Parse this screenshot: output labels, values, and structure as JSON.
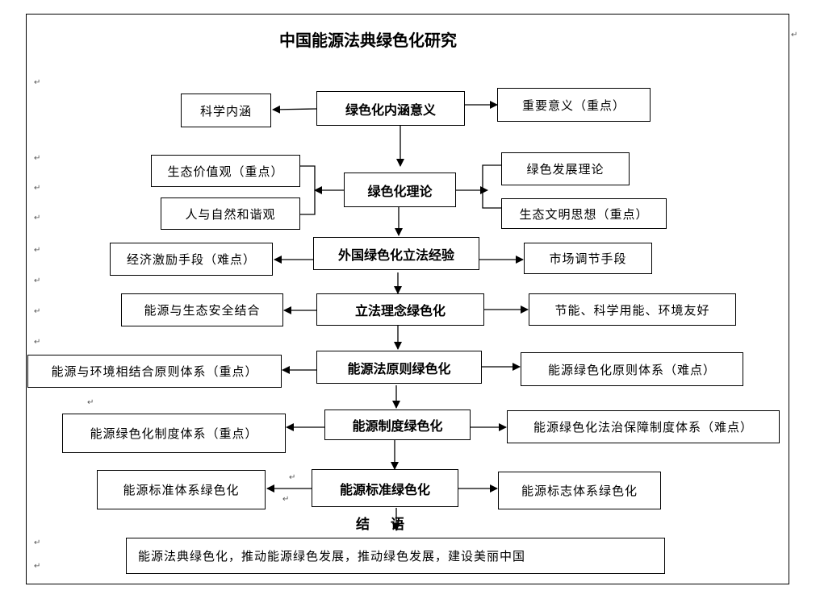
{
  "title": "中国能源法典绿色化研究",
  "colors": {
    "line": "#000000",
    "spell_underline": "#3050d0"
  },
  "return_mark": "↵",
  "nodes": {
    "n1_center": "绿色化内涵意义",
    "n1_left": "科学内涵",
    "n1_right": "重要意义（重点）",
    "n2_center": "绿色化理论",
    "n2_left_a": "生态价值观（重点）",
    "n2_left_b": "人与自然和谐观",
    "n2_right_a": "绿色发展理论",
    "n2_right_b": "生态文明思想（重点）",
    "n3_center": "外国绿色化立法经验",
    "n3_left": "经济激励手段（难点）",
    "n3_right": "市场调节手段",
    "n4_center": "立法理念绿色化",
    "n4_left": "能源与生态安全结合",
    "n4_right": "节能、科学用能、环境友好",
    "n5_center": "能源法原则绿色化",
    "n5_left": "能源与环境相结合原则体系（重点）",
    "n5_right": "能源绿色化原则体系（难点）",
    "n6_center": "能源制度绿色化",
    "n6_left": "能源绿色化制度体系（重点）",
    "n6_right": "能源绿色化法治保障制度体系（难点）",
    "n7_center": "能源标准绿色化",
    "n7_left": "能源标准体系绿色化",
    "n7_right": "能源标志体系绿色化",
    "conclusion_label": "结语",
    "conclusion": "能源法典绿色化，推动能源绿色发展，推动绿色发展，建设美丽中国"
  }
}
